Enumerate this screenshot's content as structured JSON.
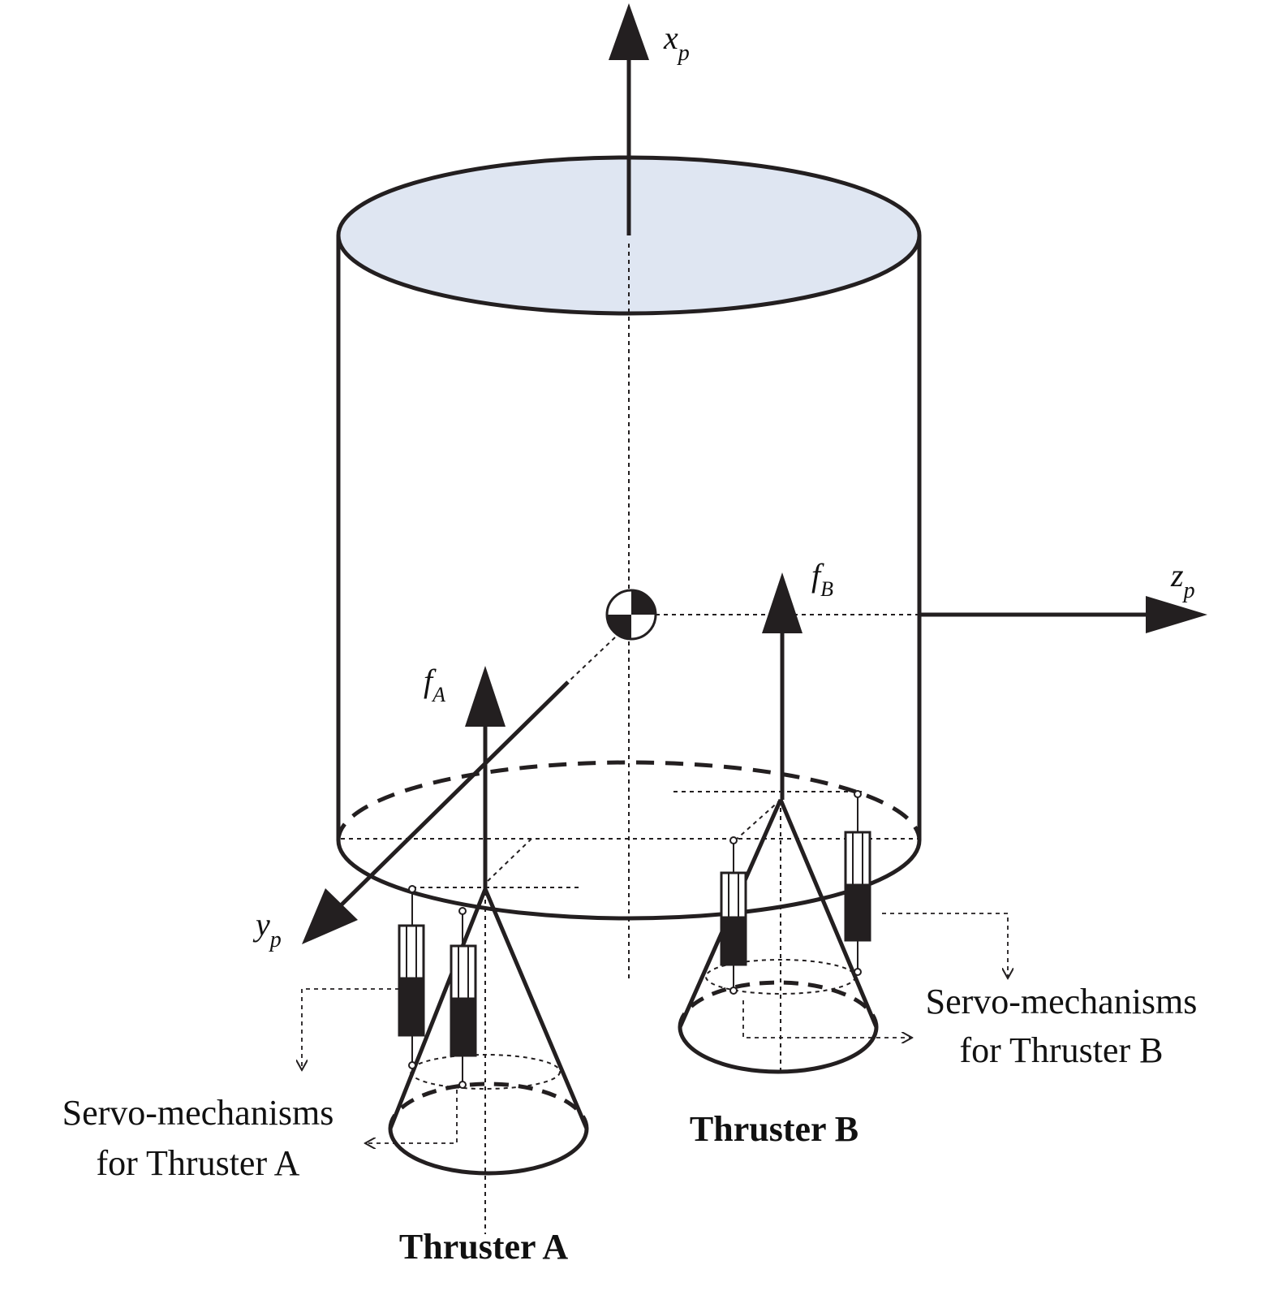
{
  "labels": {
    "x_axis": {
      "main": "x",
      "sub": "p"
    },
    "y_axis": {
      "main": "y",
      "sub": "p"
    },
    "z_axis": {
      "main": "z",
      "sub": "p"
    },
    "force_a": {
      "main": "f",
      "sub": "A"
    },
    "force_b": {
      "main": "f",
      "sub": "B"
    },
    "servo_a_line1": "Servo-mechanisms",
    "servo_a_line2": "for Thruster A",
    "servo_b_line1": "Servo-mechanisms",
    "servo_b_line2": "for Thruster B",
    "thruster_a": "Thruster A",
    "thruster_b": "Thruster B"
  },
  "colors": {
    "stroke": "#231f20",
    "top_face": "#dfe6f2",
    "background": "#ffffff"
  }
}
